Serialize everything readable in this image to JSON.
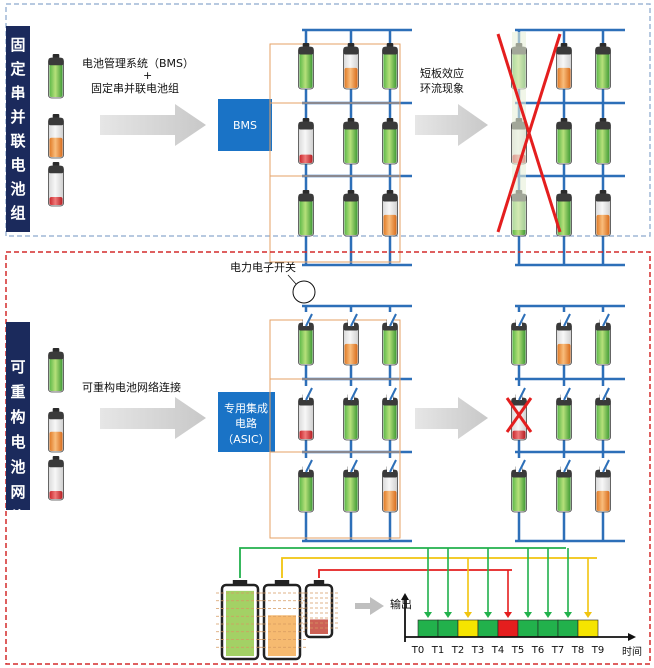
{
  "top_panel": {
    "side_title": [
      "固",
      "定",
      "串",
      "并",
      "联",
      "电",
      "池",
      "组"
    ],
    "desc_line1": "电池管理系统（BMS）",
    "desc_plus": "+",
    "desc_line2": "固定串并联电池组",
    "box_label": "BMS",
    "effect_line1": "短板效应",
    "effect_line2": "环流现象"
  },
  "bottom_panel": {
    "side_title": [
      "可",
      "重",
      "构",
      "电",
      "池",
      "网",
      "络"
    ],
    "desc": "可重构电池网络连接",
    "box_line1": "专用集成",
    "box_line2": "电路",
    "box_line3": "（ASIC）",
    "switch_label": "电力电子开关",
    "output_label": "输出",
    "time_label": "时间",
    "time_ticks": [
      "T0",
      "T1",
      "T2",
      "T3",
      "T4",
      "T5",
      "T6",
      "T7",
      "T8",
      "T9"
    ],
    "slot_colors": [
      "green",
      "green",
      "yellow",
      "green",
      "red",
      "green",
      "green",
      "green",
      "yellow"
    ]
  },
  "colors": {
    "navy": "#1b2a5c",
    "blue_box": "#1a73c6",
    "wire": "#2d6fb8",
    "green": "#22b14c",
    "yellow": "#f5e400",
    "red": "#e41e1e",
    "orange": "#f0923c",
    "dashed_top": "#9fb7d6",
    "dashed_bottom": "#d42b2b"
  }
}
